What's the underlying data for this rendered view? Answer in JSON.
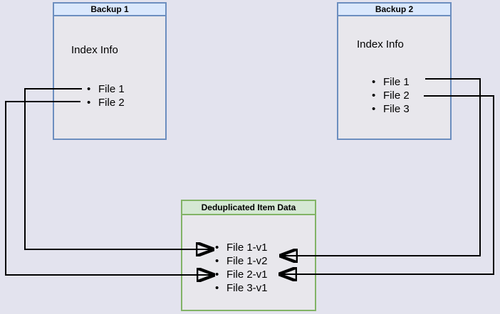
{
  "backup1": {
    "title": "Backup 1",
    "index_label": "Index Info",
    "files": [
      "File 1",
      "File 2"
    ]
  },
  "backup2": {
    "title": "Backup 2",
    "index_label": "Index Info",
    "files": [
      "File 1",
      "File 2",
      "File 3"
    ]
  },
  "dedup": {
    "title": "Deduplicated Item Data",
    "items": [
      "File 1-v1",
      "File 1-v2",
      "File 2-v1",
      "File 3-v1"
    ]
  },
  "edges": [
    {
      "from": "Backup 1 / File 1",
      "to": "Deduplicated Item Data / File 1-v1"
    },
    {
      "from": "Backup 1 / File 2",
      "to": "Deduplicated Item Data / File 2-v1"
    },
    {
      "from": "Backup 2 / File 1",
      "to": "Deduplicated Item Data / File 1-v2"
    },
    {
      "from": "Backup 2 / File 2",
      "to": "Deduplicated Item Data / File 2-v1"
    }
  ],
  "colors": {
    "background": "#e3e3ee",
    "node_fill": "#e8e7ec",
    "blue_border": "#6c8ebf",
    "blue_header_fill": "#dae8fc",
    "green_border": "#82b366",
    "green_header_fill": "#d5e8d4",
    "arrow": "#000000"
  }
}
